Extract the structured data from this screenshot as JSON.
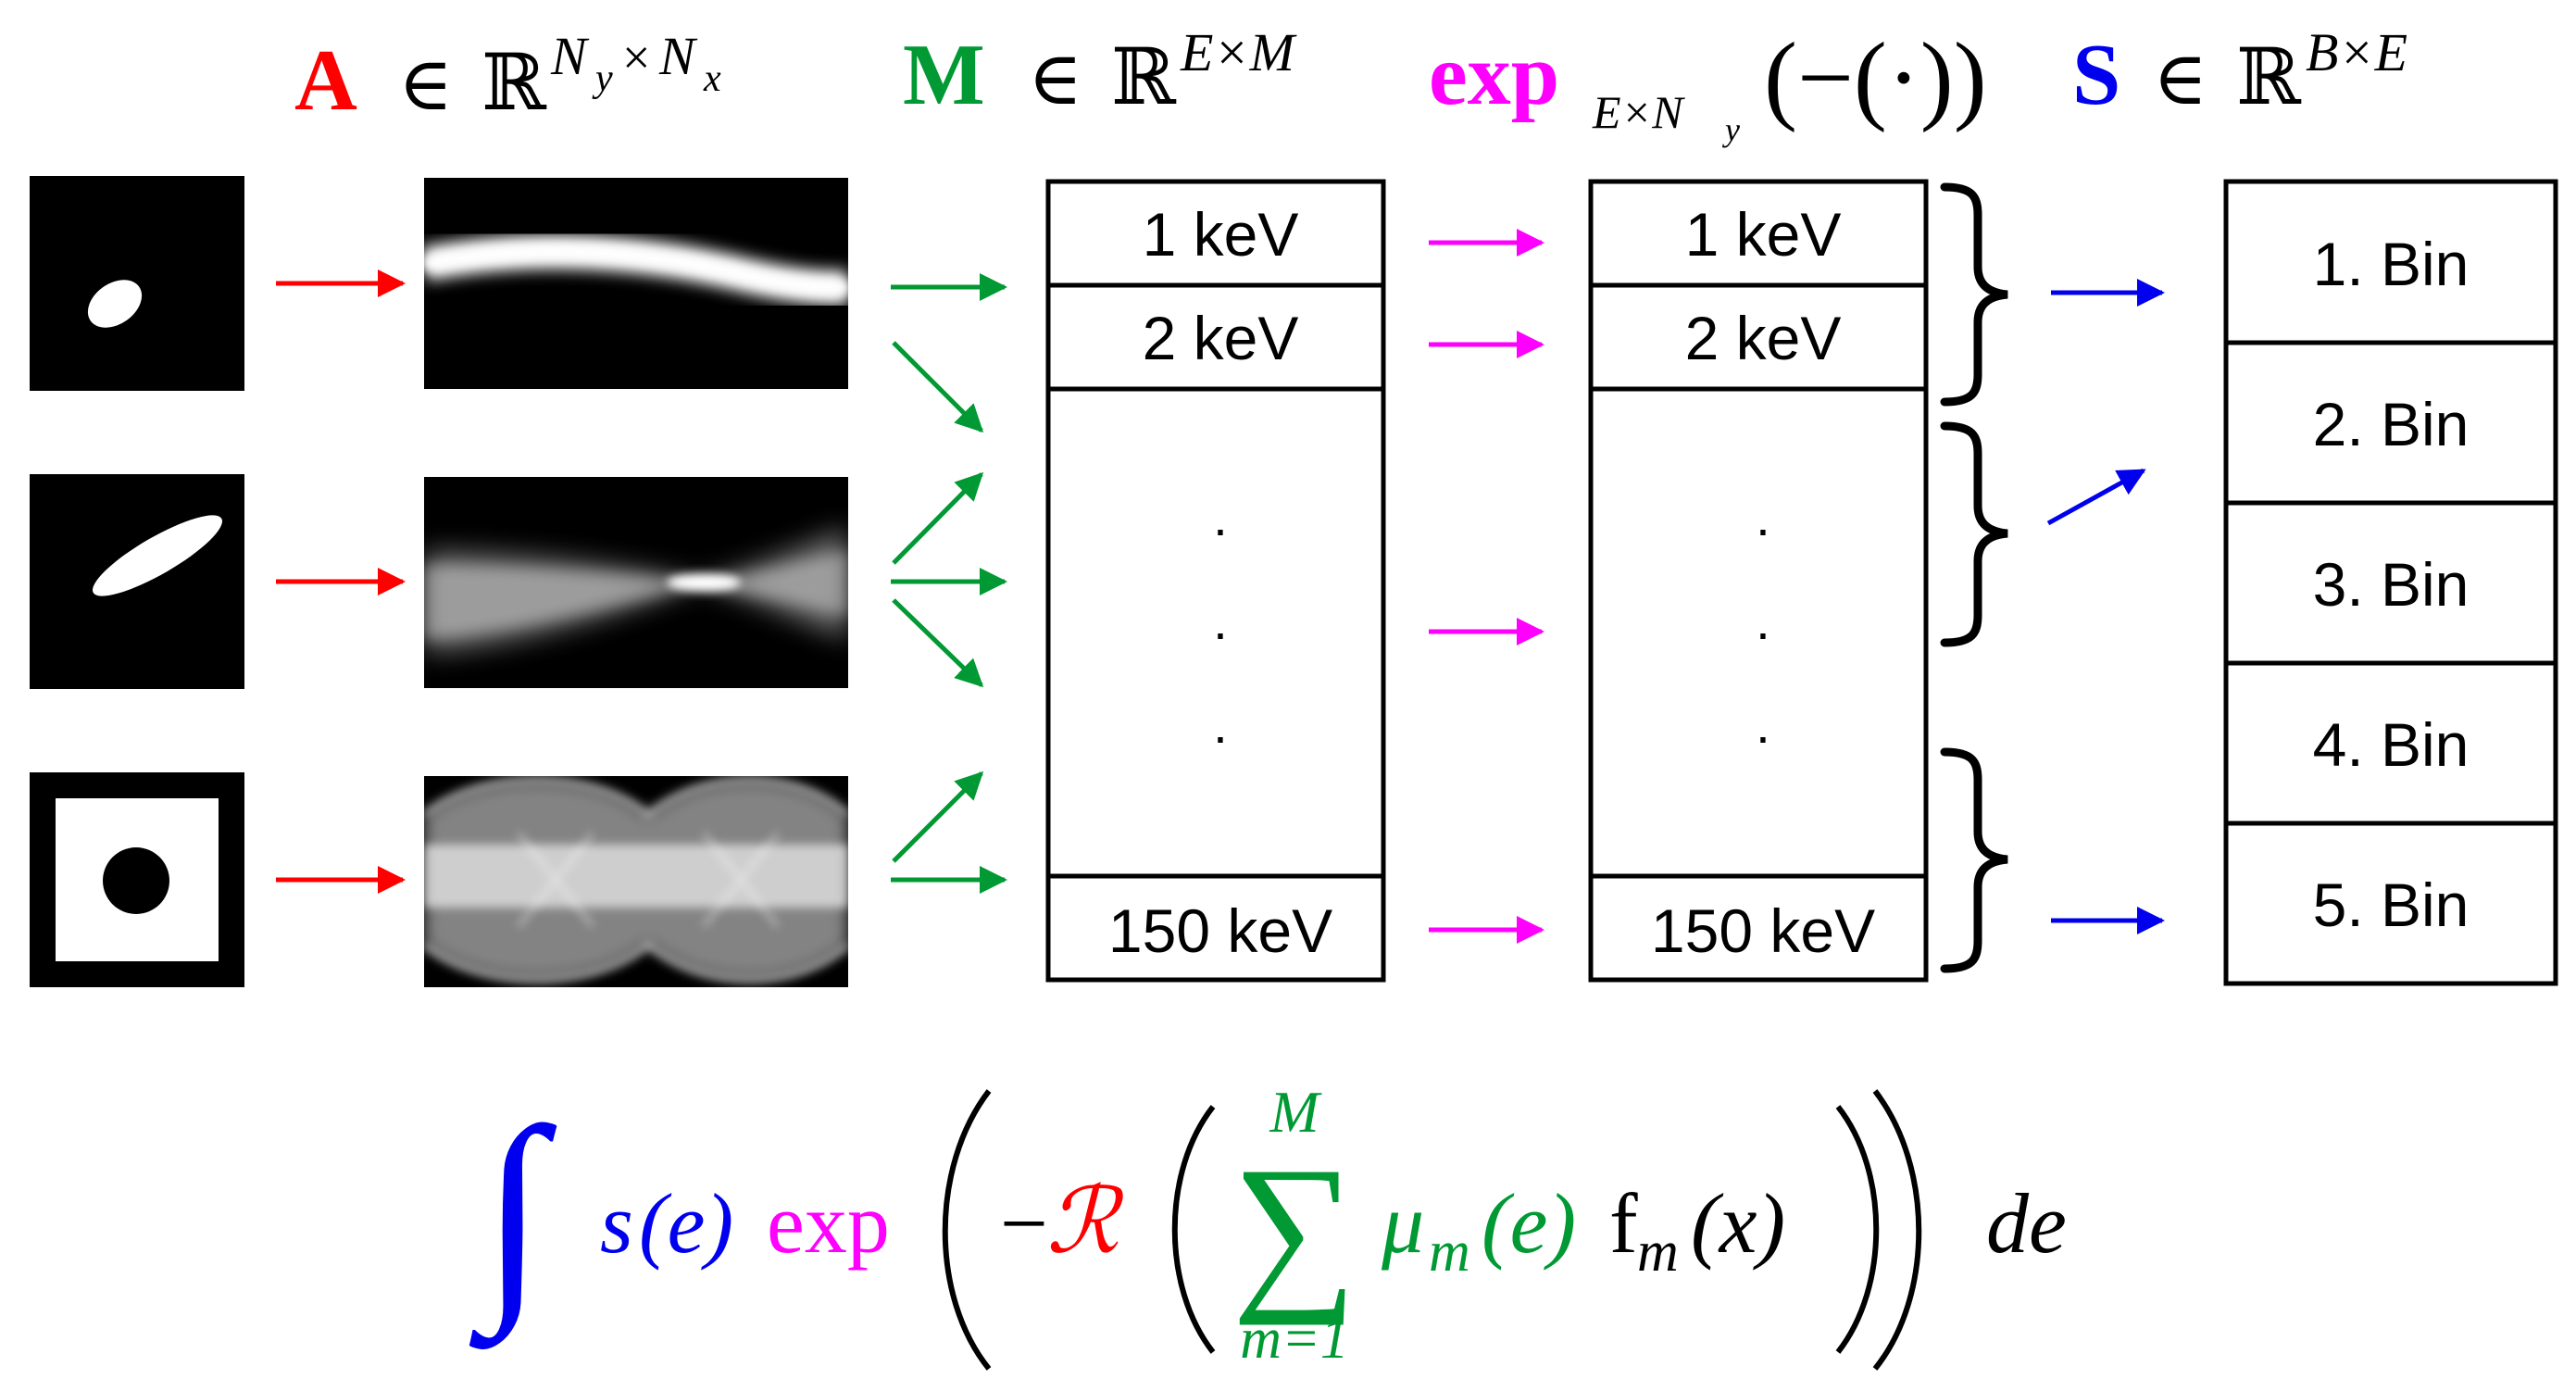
{
  "colors": {
    "red": "#ff0000",
    "green": "#009933",
    "magenta": "#ff00ff",
    "blue": "#0000ee",
    "black": "#000000"
  },
  "header": {
    "A": {
      "sym": "A",
      "in": "∈",
      "R": "ℝ",
      "sup_n": "N",
      "sup_y": "y",
      "sup_times": "×",
      "sup_n2": "N",
      "sup_x": "x"
    },
    "M": {
      "sym": "M",
      "in": "∈",
      "R": "ℝ",
      "sup": "E×M"
    },
    "exp": {
      "sym": "exp",
      "sub_e": "E×N",
      "sub_y": "y",
      "arg": "(−(·))"
    },
    "S": {
      "sym": "S",
      "in": "∈",
      "R": "ℝ",
      "sup": "B×E"
    }
  },
  "energy_column_1": {
    "rows": [
      "1 keV",
      "2 keV",
      "150 keV"
    ],
    "dots": [
      "·",
      "·",
      "·"
    ]
  },
  "energy_column_2": {
    "rows": [
      "1 keV",
      "2 keV",
      "150 keV"
    ],
    "dots": [
      "·",
      "·",
      "·"
    ]
  },
  "bins": [
    "1. Bin",
    "2. Bin",
    "3. Bin",
    "4. Bin",
    "5. Bin"
  ],
  "formula": {
    "integral": "∫",
    "s": "s",
    "s_arg": "(e)",
    "exp": "exp",
    "minus": "−",
    "R": "ℛ",
    "sum": "∑",
    "sum_top": "M",
    "sum_bottom": "m=1",
    "mu": "μ",
    "mu_sub": "m",
    "mu_arg": "(e)",
    "f": "f",
    "f_sub": "m",
    "f_arg": "(x)",
    "de": "de"
  }
}
